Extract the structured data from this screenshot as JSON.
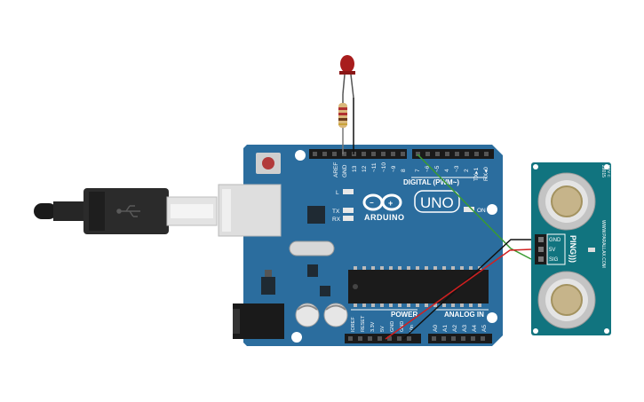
{
  "board": {
    "header_top_labels": [
      "AREF",
      "GND",
      "13",
      "12",
      "~11",
      "~10",
      "~9",
      "8",
      "7",
      "~6",
      "~5",
      "4",
      "~3",
      "2",
      "TX▸1",
      "RX◂0"
    ],
    "digital_label": "DIGITAL (PWM~)",
    "logo_text": "ARDUINO",
    "model": "UNO",
    "on_label": "ON",
    "led_labels": {
      "l": "L",
      "tx": "TX",
      "rx": "RX"
    },
    "power_label": "POWER",
    "analog_label": "ANALOG IN",
    "power_pins": [
      "IOREF",
      "RESET",
      "3.3V",
      "5V",
      "GND",
      "GND",
      "Vin"
    ],
    "analog_pins": [
      "A0",
      "A1",
      "A2",
      "A3",
      "A4",
      "A5"
    ]
  },
  "sensor": {
    "pins": [
      "GND",
      "5V",
      "SIG"
    ],
    "brand": "PING)))",
    "url": "WWW.PARALLAX.COM",
    "part": "28015",
    "rev": "REV C"
  },
  "colors": {
    "board_blue": "#2b6d9e",
    "sensor_teal": "#11747f",
    "wire_green": "#3a9b32",
    "wire_red": "#d22020",
    "wire_black": "#111111",
    "led_red": "#a81d1d"
  },
  "icons": {
    "usb": "usb-icon",
    "infinity": "infinity-logo-icon"
  }
}
